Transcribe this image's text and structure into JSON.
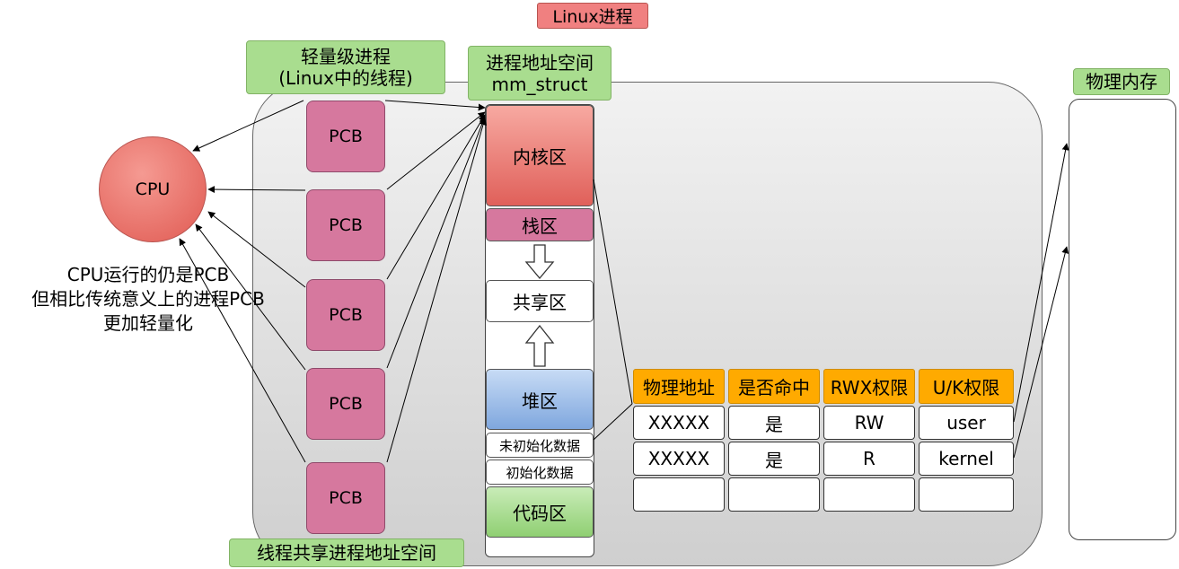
{
  "title": "Linux进程",
  "lightweight_process_label": [
    "轻量级进程",
    "(Linux中的线程)"
  ],
  "address_space_label": [
    "进程地址空间",
    "mm_struct"
  ],
  "physical_memory_label": "物理内存",
  "shared_space_label": "线程共享进程地址空间",
  "cpu_label": "CPU",
  "pcb_label": "PCB",
  "note": [
    "CPU运行的仍是PCB",
    "但相比传统意义上的进程PCB",
    "更加轻量化"
  ],
  "segments": {
    "kernel": "内核区",
    "stack": "栈区",
    "shared": "共享区",
    "heap": "堆区",
    "uninit_data": "未初始化数据",
    "init_data": "初始化数据",
    "code": "代码区"
  },
  "page_table": {
    "headers": [
      "物理地址",
      "是否命中",
      "RWX权限",
      "U/K权限"
    ],
    "rows": [
      [
        "XXXXX",
        "是",
        "RW",
        "user"
      ],
      [
        "XXXXX",
        "是",
        "R",
        "kernel"
      ],
      [
        "",
        "",
        "",
        ""
      ]
    ]
  },
  "colors": {
    "title_bg": "#f08080",
    "label_bg": "#a9dd8f",
    "pcb_bg": "#d6789e",
    "cpu_bg": "#e05a52",
    "table_header_bg": "#ffaa00",
    "heap_bg": "#7fa7de",
    "code_bg": "#8fcf72"
  }
}
